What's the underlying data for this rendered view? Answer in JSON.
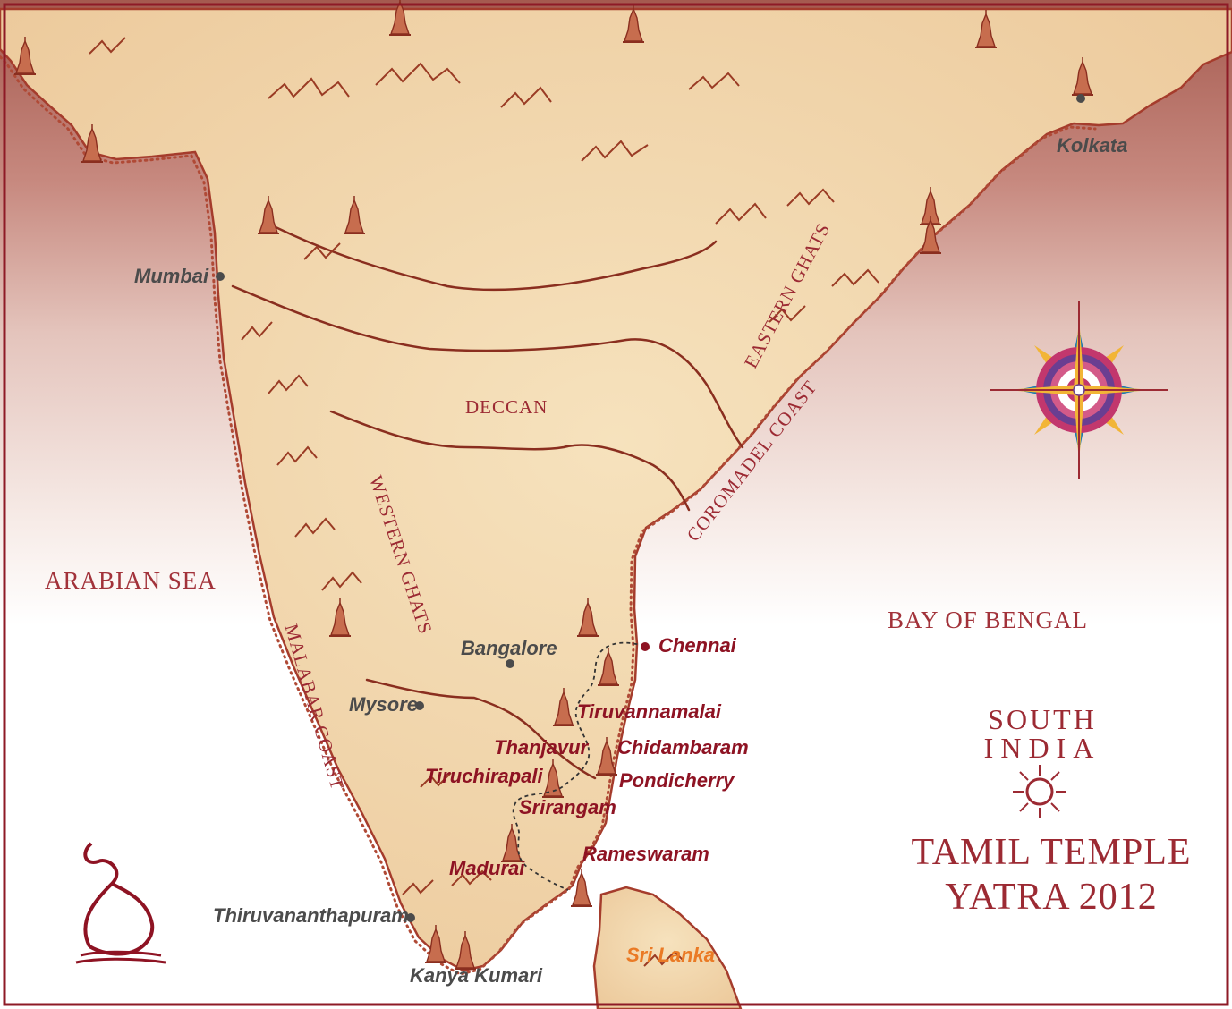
{
  "seas": {
    "arabian": "ARABIAN SEA",
    "bengal": "BAY OF BENGAL"
  },
  "regions": {
    "deccan": "DECCAN",
    "western_ghats": "WESTERN GHATS",
    "eastern_ghats": "EASTERN GHATS",
    "coromandel": "COROMADEL COAST",
    "malabar": "MALABAR COAST"
  },
  "cities": {
    "kolkata": "Kolkata",
    "mumbai": "Mumbai",
    "bangalore": "Bangalore",
    "mysore": "Mysore",
    "thiruvananthapuram": "Thiruvananthapuram",
    "kanya_kumari": "Kanya Kumari",
    "chennai": "Chennai",
    "tiruvannamalai": "Tiruvannamalai",
    "thanjavur": "Thanjavur",
    "chidambaram": "Chidambaram",
    "tiruchirapali": "Tiruchirapali",
    "pondicherry": "Pondicherry",
    "srirangam": "Srirangam",
    "madurai": "Madurai",
    "rameswaram": "Rameswaram",
    "sri_lanka": "Sri Lanka"
  },
  "title": {
    "line1": "SOUTH",
    "line2": "INDIA",
    "line3": "TAMIL TEMPLE",
    "line4": "YATRA 2012"
  },
  "colors": {
    "land": "#f3dcb4",
    "coast": "#a53c2c",
    "sea_top": "#a55a4f",
    "frame": "#8e1a26",
    "route_city": "#8e1323",
    "city": "#4b4b4b",
    "sri_lanka": "#ea7a25"
  },
  "icons": [
    "temple-icon",
    "compass-rose-icon",
    "sun-emblem-icon",
    "sea-creature-emblem-icon",
    "city-dot-icon"
  ]
}
